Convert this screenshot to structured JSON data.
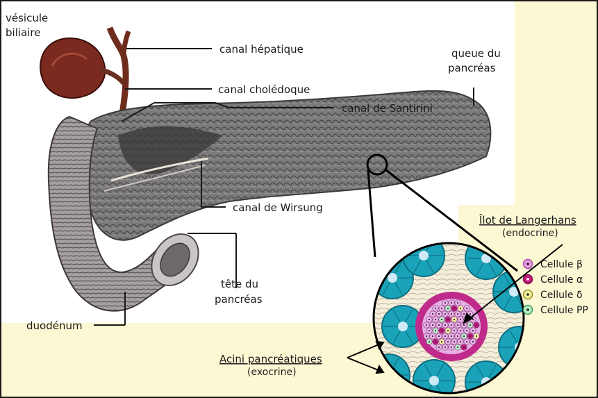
{
  "labels": {
    "vesicule_line1": "vésicule",
    "vesicule_line2": "biliaire",
    "canal_hepatique": "canal hépatique",
    "canal_choledoque": "canal cholédoque",
    "canal_santirini": "canal de Santirini",
    "queue_line1": "queue du",
    "queue_line2": "pancréas",
    "canal_wirsung": "canal de Wirsung",
    "tete_line1": "tête du",
    "tete_line2": "pancréas",
    "duodenum": "duodénum",
    "ilot_title": "Îlot de Langerhans",
    "ilot_sub": "(endocrine)",
    "acini_title": "Acini pancréatiques",
    "acini_sub": "(exocrine)"
  },
  "legend": {
    "items": [
      {
        "label": "Cellule β",
        "color": "#e79ee6",
        "ring": "#a04aa0",
        "dot": "#222222"
      },
      {
        "label": "Cellule α",
        "color": "#c01a7a",
        "ring": "#80104f",
        "dot": "#ffffff"
      },
      {
        "label": "Cellule δ",
        "color": "#f3f0a0",
        "ring": "#9a8f20",
        "dot": "#222222"
      },
      {
        "label": "Cellule PP",
        "color": "#b8f2c8",
        "ring": "#3a9a5a",
        "dot": "#222222"
      }
    ]
  },
  "colors": {
    "panel": "#fdf8d4",
    "pancreas": "#7a7878",
    "pancreas_dark": "#3c3a3a",
    "gallbladder": "#7a2a1e",
    "duodenum": "#9a9494",
    "acini": "#1aa3b8",
    "acini_dark": "#0e6f80",
    "islet": "#c02a8a",
    "islet_inner": "#e6b0e4"
  }
}
